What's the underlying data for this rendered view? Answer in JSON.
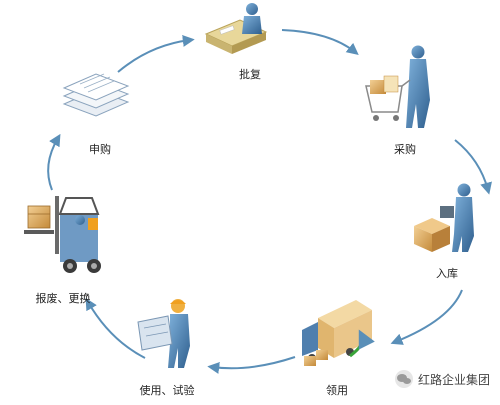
{
  "steps": {
    "approve": "批复",
    "purchase": "采购",
    "warehouse_in": "入库",
    "requisition": "领用",
    "use_test": "使用、试验",
    "scrap_replace": "报废、更换",
    "apply": "申购"
  },
  "watermark": {
    "text": "红路企业集团"
  },
  "colors": {
    "arrow": "#5a8fb8",
    "figure": "#3f6f9e",
    "box": "#d9a35a"
  }
}
